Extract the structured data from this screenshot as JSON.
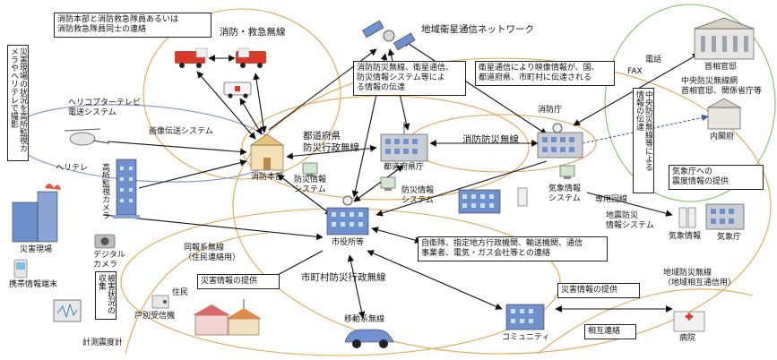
{
  "labels": {
    "box_fire_hq": [
      "消防本部と消防救急隊員あるいは",
      "消防救急隊員同士の連絡"
    ],
    "fire_ems_radio": "消防・救急無線",
    "satellite_network": "地域衛星通信ネットワーク",
    "box_fire_radio": [
      "消防防災無線、衛星通信、",
      "防災情報システム等によ",
      "る情報の伝達"
    ],
    "box_satellite_video": [
      "衛星通信により映像情報が、国、",
      "都道府県、市町村に伝達される"
    ],
    "phone": "電話",
    "fax": "FAX",
    "pm_office": "首相官邸",
    "central_radio": [
      "中央防災無線網",
      "首相官邸、関係省庁等"
    ],
    "cabinet_office": "内閣府",
    "vbox_central": [
      "中央防災無線等による",
      "情報の伝達"
    ],
    "box_jma": [
      "気象庁への",
      "震度情報の提供"
    ],
    "fdma": "消防庁",
    "fire_disaster_radio": "消防防災無線",
    "heli_tv": [
      "ヘリコプターテレビ",
      "電送システム"
    ],
    "video_system": "画像伝送システム",
    "vbox_heli": [
      "災害現場の状況を高所監視カ",
      "メラやヘリテレで撮影"
    ],
    "helitele": "ヘリテレ",
    "high_cam": [
      "高所",
      "監視",
      "カメラ"
    ],
    "fire_hq": "消防本部",
    "pref_radio": [
      "都道府県",
      "防災行政無線"
    ],
    "pref_office": "都道府県庁",
    "disaster_info_sys": [
      "防災情報",
      "システム"
    ],
    "disaster_info_sys_2": [
      "防災情報",
      "システム"
    ],
    "jma_system": [
      "気象情報",
      "システム"
    ],
    "dedicated_line": "専用回線",
    "seismic_sys": [
      "地震防災",
      "情報システム"
    ],
    "jma_info": "気象情報",
    "jma": "気象庁",
    "disaster_site": "災害現場",
    "mobile_terminal": "携帯情報端末",
    "digital_camera": [
      "デジタル",
      "カメラ"
    ],
    "collect_status": [
      "被害状況の",
      "収集"
    ],
    "seismometer": "計測震度計",
    "community_radio": [
      "同報系無線",
      "（住民連絡用）"
    ],
    "box_disaster_info_1": "災害情報の提供",
    "residents": "住民",
    "household_receiver": "戸別受信機",
    "city_office": "市役所等",
    "city_radio": "市町村防災行政無線",
    "mobile_radio": "移動系無線",
    "box_agencies": [
      "自衛隊、指定地方行政機関、輸送機関、通信",
      "事業者、電気・ガス会社等との連絡"
    ],
    "box_disaster_info_2": "災害情報の提供",
    "regional_radio": [
      "地域防災無線",
      "（地域相互通信用）"
    ],
    "community": "コミュニティ",
    "box_mutual": "相互連絡",
    "hospital": "病院"
  },
  "colors": {
    "orange_ring": "#e6a24a",
    "green_ring": "#7cc060",
    "blue_ring": "#7890c8",
    "arrow": "#111111",
    "dashed_link": "#3a5fb0",
    "fire_truck": "#d83a2a",
    "building_blue": "#6f92cf",
    "building_gray": "#c9ced6"
  }
}
